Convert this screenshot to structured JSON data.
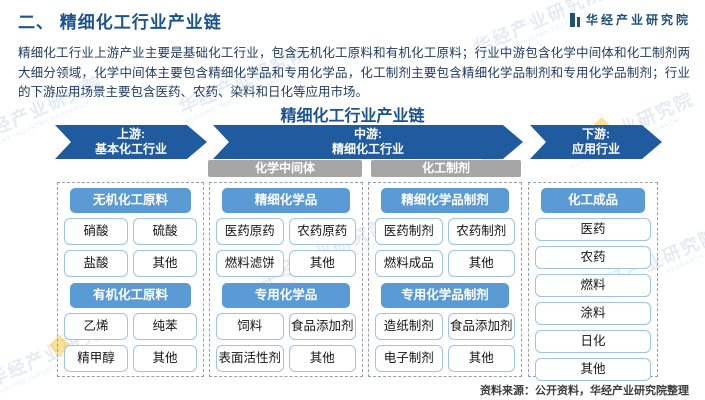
{
  "colors": {
    "accent_dark_blue": "#1b5392",
    "arrow_blue": "#1f5b9e",
    "group_header_blue": "#5b9bd5",
    "box_border_blue": "#9dc3e6",
    "sub_header_gray": "#a6a6a6"
  },
  "header": {
    "title": "二、 精细化工行业产业链",
    "logo": "华经产业研究院"
  },
  "intro": {
    "text": "精细化工行业上游产业主要是基础化工行业，包含无机化工原料和有机化工原料；行业中游包含化学中间体和化工制剂两大细分领域，化学中间体主要包含精细化学品和专用化学品，化工制剂主要包含精细化学品制剂和专用化学品制剂；行业的下游应用场景主要包含医药、农药、染料和日化等应用市场。"
  },
  "diagram": {
    "title": "精细化工行业产业链",
    "arrows": [
      {
        "line1": "上游:",
        "line2": "基本化工行业"
      },
      {
        "line1": "中游:",
        "line2": "精细化工行业"
      },
      {
        "line1": "下游:",
        "line2": "应用行业"
      }
    ],
    "sub_headers": [
      "化学中间体",
      "化工制剂"
    ],
    "columns": [
      {
        "groups": [
          {
            "header": "无机化工原料",
            "items": [
              "硝酸",
              "硫酸",
              "盐酸",
              "其他"
            ]
          },
          {
            "header": "有机化工原料",
            "items": [
              "乙烯",
              "纯苯",
              "精甲醇",
              "其他"
            ]
          }
        ]
      },
      {
        "groups": [
          {
            "header": "精细化学品",
            "items": [
              "医药原药",
              "农药原药",
              "燃料滤饼",
              "其他"
            ]
          },
          {
            "header": "专用化学品",
            "items": [
              "饲料",
              "食品添加剂",
              "表面活性剂",
              "其他"
            ]
          }
        ]
      },
      {
        "groups": [
          {
            "header": "精细化学品制剂",
            "items": [
              "医药制剂",
              "农药制剂",
              "燃料成品",
              "其他"
            ]
          },
          {
            "header": "专用化学品制剂",
            "items": [
              "造纸制剂",
              "食品添加剂",
              "电子制剂",
              "其他"
            ]
          }
        ]
      },
      {
        "groups": [
          {
            "header": "化工成品",
            "items": [
              "医药",
              "农药",
              "燃料",
              "涂料",
              "日化",
              "其他"
            ]
          }
        ]
      }
    ]
  },
  "footer": {
    "source": "资料来源：公开资料，华经产业研究院整理"
  },
  "watermark": {
    "text": "华经产业研究院",
    "subtext": "HUAJING INDUSTRY RESEARCH"
  }
}
